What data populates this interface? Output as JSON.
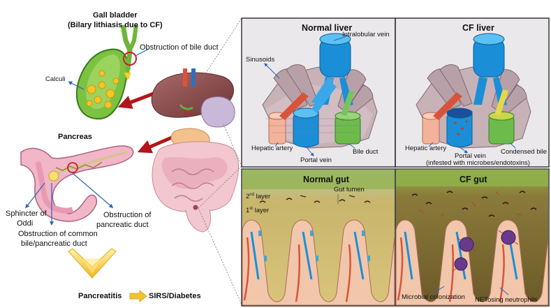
{
  "gallbladder": {
    "title": "Gall bladder",
    "subtitle": "(Bilary lithiasis due to CF)",
    "obstruction_label": "Obstruction of bile duct",
    "calculi_label": "Calculi"
  },
  "pancreas": {
    "title": "Pancreas",
    "sphincter_label_1": "Sphincter of",
    "sphincter_label_2": "Oddi",
    "common_duct_label_1": "Obstruction of common",
    "common_duct_label_2": "bile/pancreatic duct",
    "pancreatic_duct_label_1": "Obstruction of",
    "pancreatic_duct_label_2": "pancreatic duct",
    "pancreatitis_label": "Pancreatitis",
    "sirs_label": "SIRS/Diabetes"
  },
  "normal_liver": {
    "title": "Normal liver",
    "intralobular_vein": "Intralobular vein",
    "sinusoids": "Sinusoids",
    "hepatic_artery": "Hepatic artery",
    "portal_vein": "Portal vein",
    "bile_duct": "Bile duct"
  },
  "cf_liver": {
    "title": "CF liver",
    "hepatic_artery": "Hepatic artery",
    "portal_vein": "Portal vein",
    "condensed_bile": "Condensed bile",
    "portal_note": "(infested with microbes/endotoxins)"
  },
  "normal_gut": {
    "title": "Normal gut",
    "gut_lumen": "Gut lumen",
    "layer2_base": "2",
    "layer2_sup": "nd",
    "layer2_suffix": " layer",
    "layer1_base": "1",
    "layer1_sup": "st",
    "layer1_suffix": " layer"
  },
  "cf_gut": {
    "title": "CF gut",
    "microbial_colonization": "Microbial colonization",
    "netosing": "NETosing neutrophils"
  },
  "colors": {
    "gallbladder_green": "#7cc242",
    "liver_brown": "#8b4a4a",
    "arrow_red": "#c0161c",
    "vein_blue": "#1a8fd8",
    "artery_red": "#d9533b",
    "bile_green": "#6dbb4d",
    "gut_mucus": "#c9b46a",
    "cf_mucus": "#7d6a32",
    "panel_border": "#333333",
    "gold_arrow": "#f2c230"
  }
}
